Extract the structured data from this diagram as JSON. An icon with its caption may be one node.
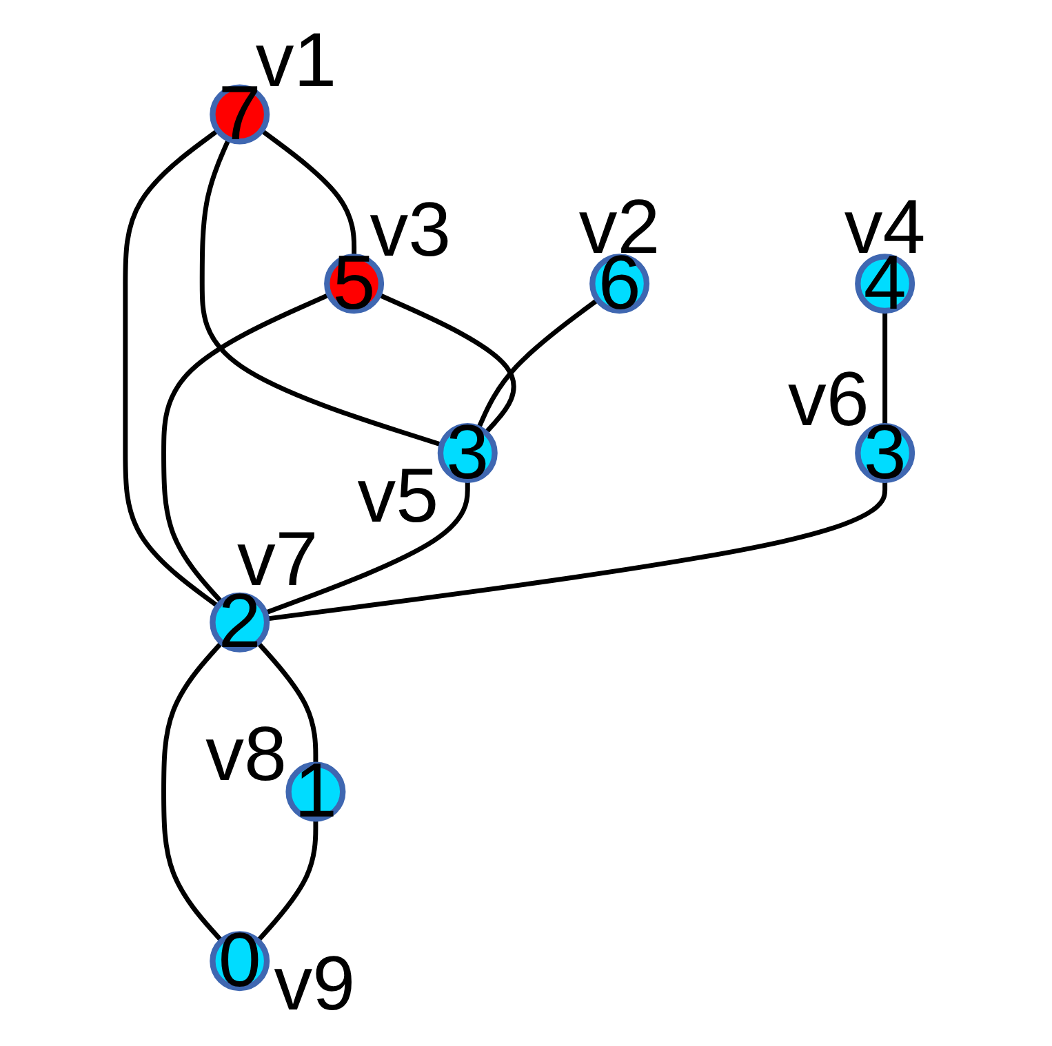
{
  "diagram": {
    "nodes": [
      {
        "text": [
          "7"
        ],
        "beside": [
          "v1"
        ]
      },
      {
        "text": [
          "6"
        ],
        "beside": [
          "v2"
        ]
      },
      {
        "text": [
          "5"
        ],
        "beside": [
          "v3"
        ]
      },
      {
        "text": [
          "4"
        ],
        "beside": [
          "v4"
        ]
      },
      {
        "text": [
          "3"
        ],
        "beside": [
          "v5"
        ]
      },
      {
        "text": [
          "3"
        ],
        "beside": [
          "v6"
        ]
      },
      {
        "text": [
          "2"
        ],
        "beside": [
          "v7"
        ]
      },
      {
        "text": [
          "1"
        ],
        "beside": [
          "v8"
        ]
      },
      {
        "text": [
          "0"
        ],
        "beside": [
          "v9"
        ]
      }
    ],
    "edges": [
      {
        "from": 0,
        "to": 4,
        "arrow": "none"
      },
      {
        "from": 0,
        "to": 6,
        "arrow": "none"
      },
      {
        "from": 0,
        "to": 2,
        "arrow": "none"
      },
      {
        "from": 1,
        "to": 4,
        "arrow": "none"
      },
      {
        "from": 2,
        "to": 4,
        "arrow": "none"
      },
      {
        "from": 2,
        "to": 6,
        "arrow": "none"
      },
      {
        "from": 3,
        "to": 5,
        "arrow": "none"
      },
      {
        "from": 4,
        "to": 6,
        "arrow": "none"
      },
      {
        "from": 5,
        "to": 6,
        "arrow": "none"
      },
      {
        "from": 6,
        "to": 7,
        "arrow": "none"
      },
      {
        "from": 6,
        "to": 8,
        "arrow": "none"
      },
      {
        "from": 7,
        "to": 8,
        "arrow": "none"
      }
    ]
  }
}
